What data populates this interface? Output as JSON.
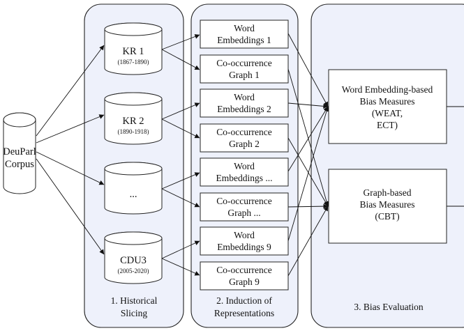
{
  "corpus": {
    "line1": "DeuParl",
    "line2": "Corpus"
  },
  "slices": [
    {
      "name": "KR 1",
      "period": "(1867-1890)"
    },
    {
      "name": "KR 2",
      "period": "(1890-1918)"
    },
    {
      "name": "...",
      "period": ""
    },
    {
      "name": "CDU3",
      "period": "(2005-2020)"
    }
  ],
  "representations": [
    {
      "line1": "Word",
      "line2": "Embeddings 1"
    },
    {
      "line1": "Co-occurrence",
      "line2": "Graph 1"
    },
    {
      "line1": "Word",
      "line2": "Embeddings 2"
    },
    {
      "line1": "Co-occurrence",
      "line2": "Graph 2"
    },
    {
      "line1": "Word",
      "line2": "Embeddings ..."
    },
    {
      "line1": "Co-occurrence",
      "line2": "Graph ..."
    },
    {
      "line1": "Word",
      "line2": "Embeddings 9"
    },
    {
      "line1": "Co-occurrence",
      "line2": "Graph 9"
    }
  ],
  "measures": {
    "embedding": {
      "line1": "Word Embedding-based",
      "line2": "Bias Measures",
      "line3": "(WEAT,",
      "line4": "ECT)"
    },
    "graph": {
      "line1": "Graph-based",
      "line2": "Bias Measures",
      "line3": "(CBT)"
    }
  },
  "stages": {
    "slicing": {
      "line1": "1. Historical",
      "line2": "Slicing"
    },
    "induction": {
      "line1": "2. Induction of",
      "line2": "Representations"
    },
    "evaluation": {
      "line1": "3. Bias Evaluation"
    }
  }
}
